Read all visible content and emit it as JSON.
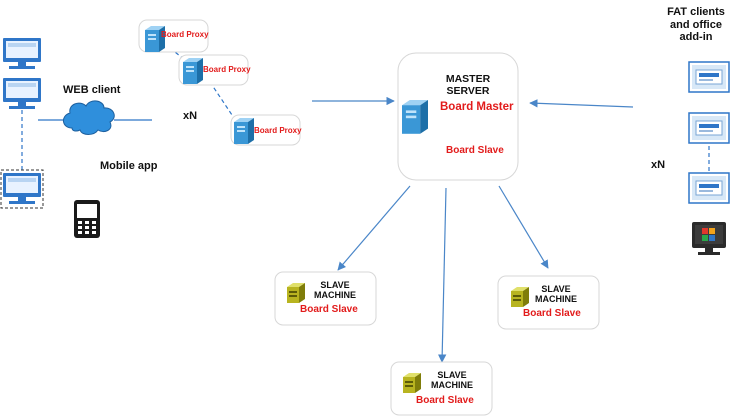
{
  "labels": {
    "web_client": "WEB client",
    "mobile_app": "Mobile app",
    "xn_left": "xN",
    "xn_right": "xN",
    "fat_clients": "FAT clients and office add-in",
    "board_proxy_1": "Board Proxy",
    "board_proxy_2": "Board Proxy",
    "board_proxy_3": "Board Proxy",
    "master_title": "MASTER SERVER",
    "board_master": "Board Master",
    "master_board_slave": "Board Slave",
    "slave1_title": "SLAVE MACHINE",
    "slave1_role": "Board Slave",
    "slave2_title": "SLAVE MACHINE",
    "slave2_role": "Board Slave",
    "slave3_title": "SLAVE MACHINE",
    "slave3_role": "Board Slave"
  },
  "icons": {
    "desktop": "desktop-computer-icon",
    "cloud": "internet-cloud-icon",
    "mobile": "mobile-phone-icon",
    "server": "server-tower-icon",
    "slave_server": "slave-server-icon",
    "fat_client": "fat-client-monitor-icon",
    "office": "office-monitor-icon"
  },
  "colors": {
    "accent_blue": "#2f76c8",
    "cloud_blue": "#2f8fdc",
    "label_red": "#e21b1b",
    "server_blue": "#4da3dc",
    "slave_olive": "#a3a315"
  }
}
